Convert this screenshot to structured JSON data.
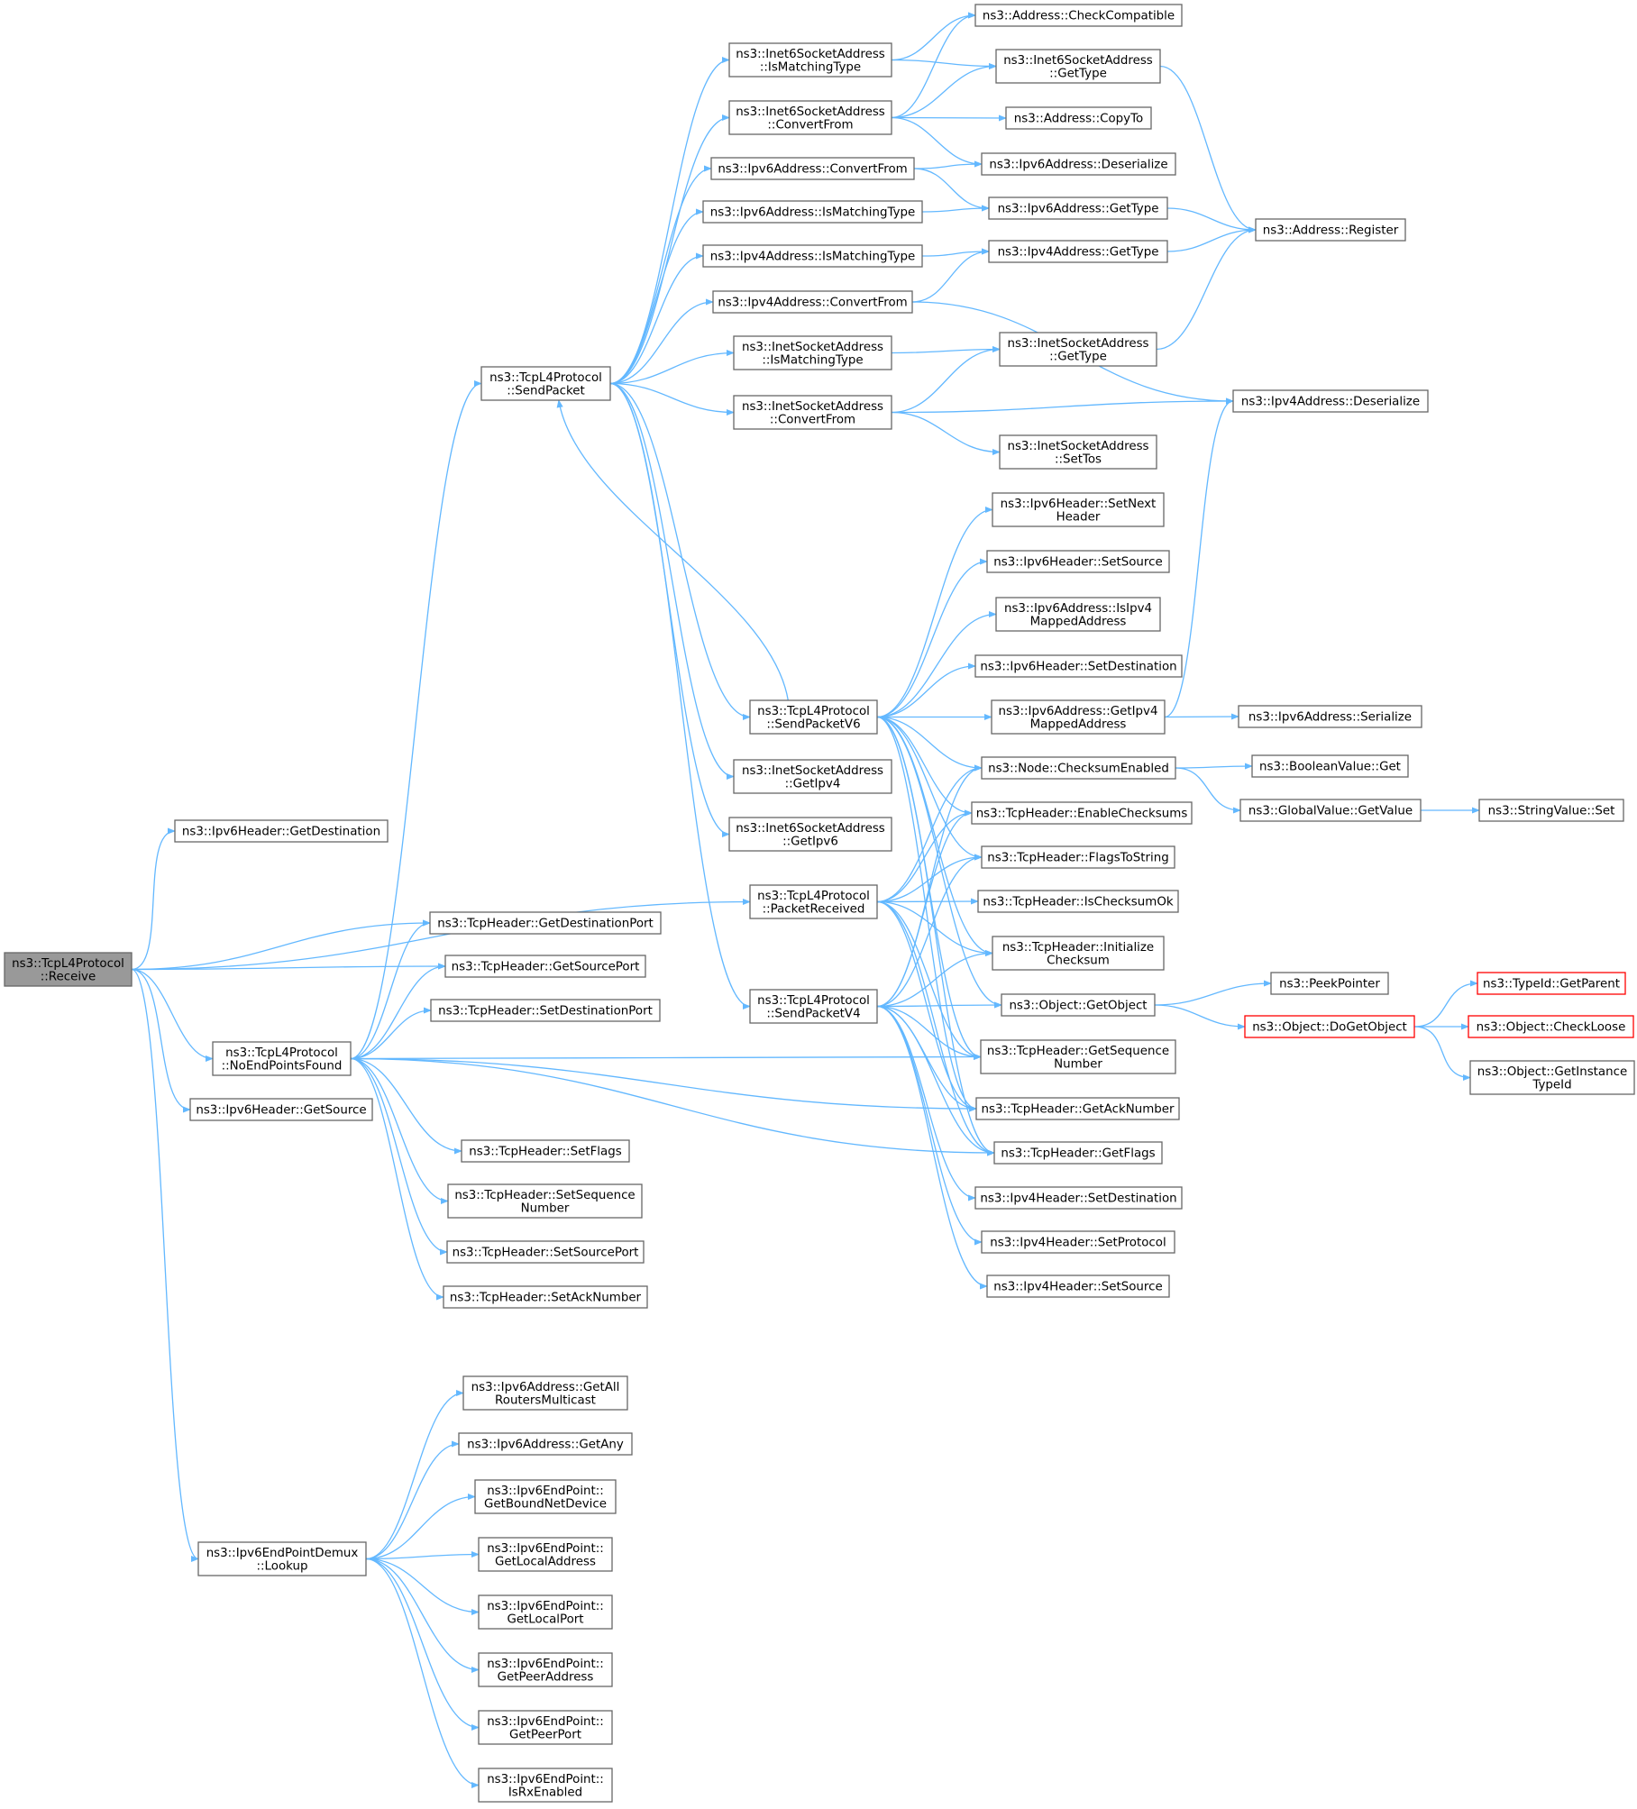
{
  "colors": {
    "edge": "#63b8ff",
    "node_border": "#666666",
    "root_fill": "#999999",
    "truncated_border": "#ff0000"
  },
  "nodes": [
    {
      "id": "receive",
      "lines": [
        "ns3::TcpL4Protocol",
        "::Receive"
      ],
      "style": "root"
    },
    {
      "id": "ipv6h_getdest",
      "lines": [
        "ns3::Ipv6Header::GetDestination"
      ]
    },
    {
      "id": "tcph_getdestport",
      "lines": [
        "ns3::TcpHeader::GetDestinationPort"
      ]
    },
    {
      "id": "tcph_getsrcport",
      "lines": [
        "ns3::TcpHeader::GetSourcePort"
      ]
    },
    {
      "id": "tcph_setdestport",
      "lines": [
        "ns3::TcpHeader::SetDestinationPort"
      ]
    },
    {
      "id": "noendpoints",
      "lines": [
        "ns3::TcpL4Protocol",
        "::NoEndPointsFound"
      ]
    },
    {
      "id": "ipv6h_getsrc",
      "lines": [
        "ns3::Ipv6Header::GetSource"
      ]
    },
    {
      "id": "tcph_setflags",
      "lines": [
        "ns3::TcpHeader::SetFlags"
      ]
    },
    {
      "id": "tcph_setseq",
      "lines": [
        "ns3::TcpHeader::SetSequence",
        "Number"
      ]
    },
    {
      "id": "tcph_setsrcport",
      "lines": [
        "ns3::TcpHeader::SetSourcePort"
      ]
    },
    {
      "id": "tcph_setack",
      "lines": [
        "ns3::TcpHeader::SetAckNumber"
      ]
    },
    {
      "id": "sendpacket",
      "lines": [
        "ns3::TcpL4Protocol",
        "::SendPacket"
      ]
    },
    {
      "id": "inet6_ismatching",
      "lines": [
        "ns3::Inet6SocketAddress",
        "::IsMatchingType"
      ]
    },
    {
      "id": "inet6_convertfrom",
      "lines": [
        "ns3::Inet6SocketAddress",
        "::ConvertFrom"
      ]
    },
    {
      "id": "ipv6a_convertfrom",
      "lines": [
        "ns3::Ipv6Address::ConvertFrom"
      ]
    },
    {
      "id": "ipv6a_ismatching",
      "lines": [
        "ns3::Ipv6Address::IsMatchingType"
      ]
    },
    {
      "id": "ipv4a_ismatching",
      "lines": [
        "ns3::Ipv4Address::IsMatchingType"
      ]
    },
    {
      "id": "ipv4a_convertfrom",
      "lines": [
        "ns3::Ipv4Address::ConvertFrom"
      ]
    },
    {
      "id": "inet_ismatching",
      "lines": [
        "ns3::InetSocketAddress",
        "::IsMatchingType"
      ]
    },
    {
      "id": "inet_convertfrom",
      "lines": [
        "ns3::InetSocketAddress",
        "::ConvertFrom"
      ]
    },
    {
      "id": "sendpacketv6",
      "lines": [
        "ns3::TcpL4Protocol",
        "::SendPacketV6"
      ]
    },
    {
      "id": "inet_getipv4",
      "lines": [
        "ns3::InetSocketAddress",
        "::GetIpv4"
      ]
    },
    {
      "id": "inet6_getipv6",
      "lines": [
        "ns3::Inet6SocketAddress",
        "::GetIpv6"
      ]
    },
    {
      "id": "packetreceived",
      "lines": [
        "ns3::TcpL4Protocol",
        "::PacketReceived"
      ]
    },
    {
      "id": "sendpacketv4",
      "lines": [
        "ns3::TcpL4Protocol",
        "::SendPacketV4"
      ]
    },
    {
      "id": "addr_checkcompat",
      "lines": [
        "ns3::Address::CheckCompatible"
      ]
    },
    {
      "id": "inet6_gettype",
      "lines": [
        "ns3::Inet6SocketAddress",
        "::GetType"
      ]
    },
    {
      "id": "addr_copyto",
      "lines": [
        "ns3::Address::CopyTo"
      ]
    },
    {
      "id": "ipv6a_deserialize",
      "lines": [
        "ns3::Ipv6Address::Deserialize"
      ]
    },
    {
      "id": "ipv6a_gettype",
      "lines": [
        "ns3::Ipv6Address::GetType"
      ]
    },
    {
      "id": "ipv4a_gettype",
      "lines": [
        "ns3::Ipv4Address::GetType"
      ]
    },
    {
      "id": "inet_gettype",
      "lines": [
        "ns3::InetSocketAddress",
        "::GetType"
      ]
    },
    {
      "id": "inet_settos",
      "lines": [
        "ns3::InetSocketAddress",
        "::SetTos"
      ]
    },
    {
      "id": "ipv6h_setnext",
      "lines": [
        "ns3::Ipv6Header::SetNext",
        "Header"
      ]
    },
    {
      "id": "ipv6h_setsrc",
      "lines": [
        "ns3::Ipv6Header::SetSource"
      ]
    },
    {
      "id": "ipv6a_isipv4mapped",
      "lines": [
        "ns3::Ipv6Address::IsIpv4",
        "MappedAddress"
      ]
    },
    {
      "id": "ipv6h_setdest",
      "lines": [
        "ns3::Ipv6Header::SetDestination"
      ]
    },
    {
      "id": "ipv6a_getipv4mapped",
      "lines": [
        "ns3::Ipv6Address::GetIpv4",
        "MappedAddress"
      ]
    },
    {
      "id": "node_checksum",
      "lines": [
        "ns3::Node::ChecksumEnabled"
      ]
    },
    {
      "id": "tcph_enablechecksums",
      "lines": [
        "ns3::TcpHeader::EnableChecksums"
      ]
    },
    {
      "id": "tcph_flagstostring",
      "lines": [
        "ns3::TcpHeader::FlagsToString"
      ]
    },
    {
      "id": "tcph_ischecksumok",
      "lines": [
        "ns3::TcpHeader::IsChecksumOk"
      ]
    },
    {
      "id": "tcph_initchecksum",
      "lines": [
        "ns3::TcpHeader::Initialize",
        "Checksum"
      ]
    },
    {
      "id": "obj_getobject",
      "lines": [
        "ns3::Object::GetObject"
      ]
    },
    {
      "id": "tcph_getseq",
      "lines": [
        "ns3::TcpHeader::GetSequence",
        "Number"
      ]
    },
    {
      "id": "tcph_getack",
      "lines": [
        "ns3::TcpHeader::GetAckNumber"
      ]
    },
    {
      "id": "tcph_getflags",
      "lines": [
        "ns3::TcpHeader::GetFlags"
      ]
    },
    {
      "id": "ipv4h_setdest",
      "lines": [
        "ns3::Ipv4Header::SetDestination"
      ]
    },
    {
      "id": "ipv4h_setproto",
      "lines": [
        "ns3::Ipv4Header::SetProtocol"
      ]
    },
    {
      "id": "ipv4h_setsrc",
      "lines": [
        "ns3::Ipv4Header::SetSource"
      ]
    },
    {
      "id": "addr_register",
      "lines": [
        "ns3::Address::Register"
      ]
    },
    {
      "id": "ipv4a_deserialize",
      "lines": [
        "ns3::Ipv4Address::Deserialize"
      ]
    },
    {
      "id": "ipv6a_serialize",
      "lines": [
        "ns3::Ipv6Address::Serialize"
      ]
    },
    {
      "id": "boolval_get",
      "lines": [
        "ns3::BooleanValue::Get"
      ]
    },
    {
      "id": "globalval_getvalue",
      "lines": [
        "ns3::GlobalValue::GetValue"
      ]
    },
    {
      "id": "stringval_set",
      "lines": [
        "ns3::StringValue::Set"
      ]
    },
    {
      "id": "peekpointer",
      "lines": [
        "ns3::PeekPointer"
      ]
    },
    {
      "id": "obj_dogetobject",
      "lines": [
        "ns3::Object::DoGetObject"
      ],
      "style": "red"
    },
    {
      "id": "typeid_getparent",
      "lines": [
        "ns3::TypeId::GetParent"
      ],
      "style": "red"
    },
    {
      "id": "obj_checkloose",
      "lines": [
        "ns3::Object::CheckLoose"
      ],
      "style": "red"
    },
    {
      "id": "obj_getinstancetypeid",
      "lines": [
        "ns3::Object::GetInstance",
        "TypeId"
      ]
    },
    {
      "id": "ipv6ep_lookup",
      "lines": [
        "ns3::Ipv6EndPointDemux",
        "::Lookup"
      ]
    },
    {
      "id": "ipv6a_getallrouters",
      "lines": [
        "ns3::Ipv6Address::GetAll",
        "RoutersMulticast"
      ]
    },
    {
      "id": "ipv6a_getany",
      "lines": [
        "ns3::Ipv6Address::GetAny"
      ]
    },
    {
      "id": "ipv6ep_getbound",
      "lines": [
        "ns3::Ipv6EndPoint::",
        "GetBoundNetDevice"
      ]
    },
    {
      "id": "ipv6ep_getlocaladdr",
      "lines": [
        "ns3::Ipv6EndPoint::",
        "GetLocalAddress"
      ]
    },
    {
      "id": "ipv6ep_getlocalport",
      "lines": [
        "ns3::Ipv6EndPoint::",
        "GetLocalPort"
      ]
    },
    {
      "id": "ipv6ep_getpeeraddr",
      "lines": [
        "ns3::Ipv6EndPoint::",
        "GetPeerAddress"
      ]
    },
    {
      "id": "ipv6ep_getpeerport",
      "lines": [
        "ns3::Ipv6EndPoint::",
        "GetPeerPort"
      ]
    },
    {
      "id": "ipv6ep_isrxenabled",
      "lines": [
        "ns3::Ipv6EndPoint::",
        "IsRxEnabled"
      ]
    }
  ],
  "edges": [
    [
      "receive",
      "ipv6h_getdest"
    ],
    [
      "receive",
      "packetreceived"
    ],
    [
      "receive",
      "tcph_getdestport"
    ],
    [
      "receive",
      "tcph_getsrcport"
    ],
    [
      "receive",
      "noendpoints"
    ],
    [
      "receive",
      "ipv6h_getsrc"
    ],
    [
      "receive",
      "ipv6ep_lookup"
    ],
    [
      "noendpoints",
      "sendpacket"
    ],
    [
      "noendpoints",
      "tcph_getdestport"
    ],
    [
      "noendpoints",
      "tcph_getsrcport"
    ],
    [
      "noendpoints",
      "tcph_setdestport"
    ],
    [
      "noendpoints",
      "tcph_getseq"
    ],
    [
      "noendpoints",
      "tcph_getack"
    ],
    [
      "noendpoints",
      "tcph_setflags"
    ],
    [
      "noendpoints",
      "tcph_setseq"
    ],
    [
      "noendpoints",
      "tcph_setsrcport"
    ],
    [
      "noendpoints",
      "tcph_setack"
    ],
    [
      "noendpoints",
      "tcph_getflags"
    ],
    [
      "sendpacket",
      "inet6_ismatching"
    ],
    [
      "sendpacket",
      "inet6_convertfrom"
    ],
    [
      "sendpacket",
      "ipv6a_convertfrom"
    ],
    [
      "sendpacket",
      "ipv6a_ismatching"
    ],
    [
      "sendpacket",
      "ipv4a_ismatching"
    ],
    [
      "sendpacket",
      "ipv4a_convertfrom"
    ],
    [
      "sendpacket",
      "inet_ismatching"
    ],
    [
      "sendpacket",
      "inet_convertfrom"
    ],
    [
      "sendpacket",
      "sendpacketv6"
    ],
    [
      "sendpacket",
      "inet_getipv4"
    ],
    [
      "sendpacket",
      "inet6_getipv6"
    ],
    [
      "sendpacket",
      "sendpacketv4"
    ],
    [
      "sendpacketv6",
      "sendpacket"
    ],
    [
      "inet6_ismatching",
      "addr_checkcompat"
    ],
    [
      "inet6_ismatching",
      "inet6_gettype"
    ],
    [
      "inet6_convertfrom",
      "addr_checkcompat"
    ],
    [
      "inet6_convertfrom",
      "inet6_gettype"
    ],
    [
      "inet6_convertfrom",
      "addr_copyto"
    ],
    [
      "inet6_convertfrom",
      "ipv6a_deserialize"
    ],
    [
      "ipv6a_convertfrom",
      "ipv6a_deserialize"
    ],
    [
      "ipv6a_convertfrom",
      "ipv6a_gettype"
    ],
    [
      "ipv6a_ismatching",
      "ipv6a_gettype"
    ],
    [
      "ipv4a_ismatching",
      "ipv4a_gettype"
    ],
    [
      "ipv4a_convertfrom",
      "ipv4a_gettype"
    ],
    [
      "ipv4a_convertfrom",
      "ipv4a_deserialize"
    ],
    [
      "inet_ismatching",
      "inet_gettype"
    ],
    [
      "inet_convertfrom",
      "inet_gettype"
    ],
    [
      "inet_convertfrom",
      "ipv4a_deserialize"
    ],
    [
      "inet_convertfrom",
      "inet_settos"
    ],
    [
      "inet6_gettype",
      "addr_register"
    ],
    [
      "ipv6a_gettype",
      "addr_register"
    ],
    [
      "ipv4a_gettype",
      "addr_register"
    ],
    [
      "inet_gettype",
      "addr_register"
    ],
    [
      "sendpacketv6",
      "ipv6h_setnext"
    ],
    [
      "sendpacketv6",
      "ipv6h_setsrc"
    ],
    [
      "sendpacketv6",
      "ipv6a_isipv4mapped"
    ],
    [
      "sendpacketv6",
      "ipv6h_setdest"
    ],
    [
      "sendpacketv6",
      "ipv6a_getipv4mapped"
    ],
    [
      "sendpacketv6",
      "node_checksum"
    ],
    [
      "sendpacketv6",
      "tcph_enablechecksums"
    ],
    [
      "sendpacketv6",
      "tcph_flagstostring"
    ],
    [
      "sendpacketv6",
      "tcph_initchecksum"
    ],
    [
      "sendpacketv6",
      "obj_getobject"
    ],
    [
      "sendpacketv6",
      "tcph_getseq"
    ],
    [
      "sendpacketv6",
      "tcph_getack"
    ],
    [
      "sendpacketv6",
      "tcph_getflags"
    ],
    [
      "ipv6a_getipv4mapped",
      "ipv4a_deserialize"
    ],
    [
      "ipv6a_getipv4mapped",
      "ipv6a_serialize"
    ],
    [
      "packetreceived",
      "node_checksum"
    ],
    [
      "packetreceived",
      "tcph_enablechecksums"
    ],
    [
      "packetreceived",
      "tcph_flagstostring"
    ],
    [
      "packetreceived",
      "tcph_ischecksumok"
    ],
    [
      "packetreceived",
      "tcph_initchecksum"
    ],
    [
      "packetreceived",
      "tcph_getseq"
    ],
    [
      "packetreceived",
      "tcph_getack"
    ],
    [
      "packetreceived",
      "tcph_getflags"
    ],
    [
      "sendpacketv4",
      "node_checksum"
    ],
    [
      "sendpacketv4",
      "tcph_enablechecksums"
    ],
    [
      "sendpacketv4",
      "tcph_flagstostring"
    ],
    [
      "sendpacketv4",
      "tcph_initchecksum"
    ],
    [
      "sendpacketv4",
      "obj_getobject"
    ],
    [
      "sendpacketv4",
      "tcph_getseq"
    ],
    [
      "sendpacketv4",
      "tcph_getack"
    ],
    [
      "sendpacketv4",
      "tcph_getflags"
    ],
    [
      "sendpacketv4",
      "ipv4h_setdest"
    ],
    [
      "sendpacketv4",
      "ipv4h_setproto"
    ],
    [
      "sendpacketv4",
      "ipv4h_setsrc"
    ],
    [
      "node_checksum",
      "boolval_get"
    ],
    [
      "node_checksum",
      "globalval_getvalue"
    ],
    [
      "globalval_getvalue",
      "stringval_set"
    ],
    [
      "obj_getobject",
      "peekpointer"
    ],
    [
      "obj_getobject",
      "obj_dogetobject"
    ],
    [
      "obj_dogetobject",
      "typeid_getparent"
    ],
    [
      "obj_dogetobject",
      "obj_checkloose"
    ],
    [
      "obj_dogetobject",
      "obj_getinstancetypeid"
    ],
    [
      "ipv6ep_lookup",
      "ipv6a_getallrouters"
    ],
    [
      "ipv6ep_lookup",
      "ipv6a_getany"
    ],
    [
      "ipv6ep_lookup",
      "ipv6ep_getbound"
    ],
    [
      "ipv6ep_lookup",
      "ipv6ep_getlocaladdr"
    ],
    [
      "ipv6ep_lookup",
      "ipv6ep_getlocalport"
    ],
    [
      "ipv6ep_lookup",
      "ipv6ep_getpeeraddr"
    ],
    [
      "ipv6ep_lookup",
      "ipv6ep_getpeerport"
    ],
    [
      "ipv6ep_lookup",
      "ipv6ep_isrxenabled"
    ]
  ]
}
